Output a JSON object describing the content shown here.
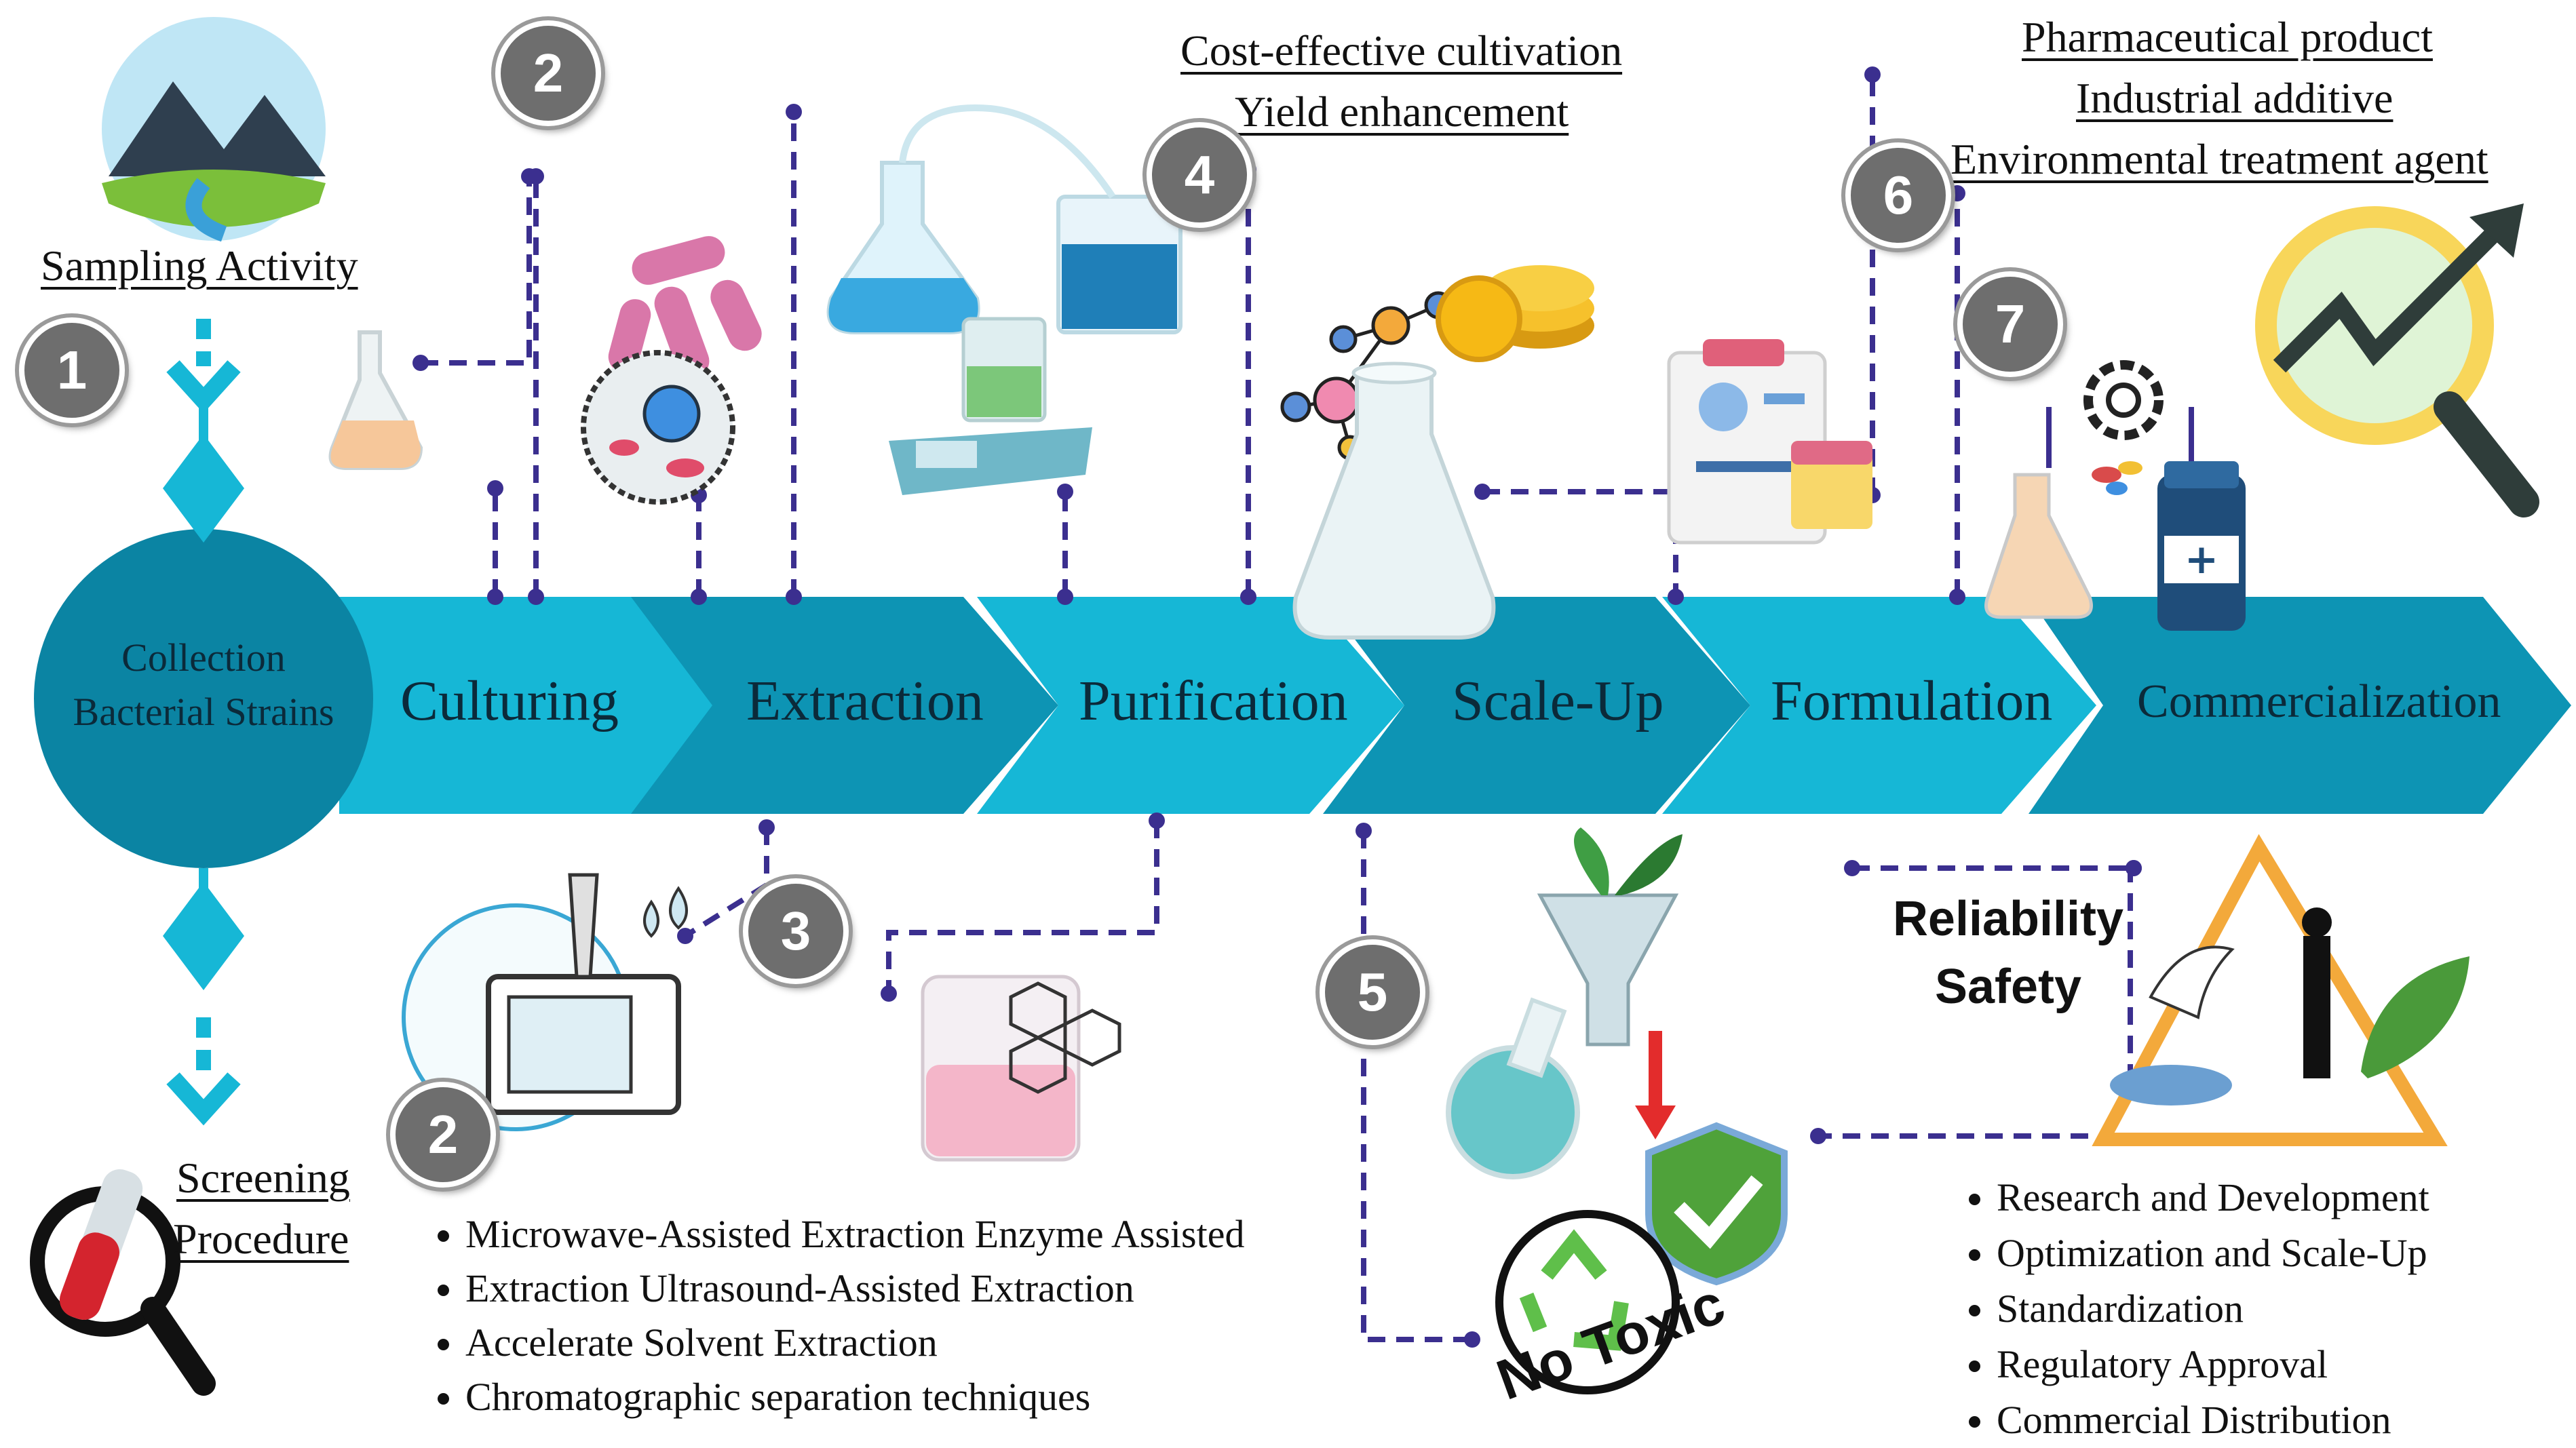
{
  "collection": {
    "line1": "Collection",
    "line2": "Bacterial Strains"
  },
  "stages": [
    "Culturing",
    "Extraction",
    "Purification",
    "Scale-Up",
    "Formulation",
    "Commercialization"
  ],
  "labels": {
    "sampling": "Sampling Activity",
    "screening_1": "Screening",
    "screening_2": "Procedure",
    "scaleup_1": "Cost-effective cultivation",
    "scaleup_2": "Yield enhancement",
    "commercial_1": "Pharmaceutical product",
    "commercial_2": "Industrial additive",
    "commercial_3": "Environmental treatment agent",
    "reliability": "Reliability",
    "safety": "Safety",
    "no_toxic": "No Toxic"
  },
  "badges": [
    "1",
    "2",
    "2",
    "3",
    "4",
    "5",
    "6",
    "7"
  ],
  "extraction_methods": [
    "Microwave-Assisted Extraction Enzyme Assisted",
    "Extraction Ultrasound-Assisted Extraction",
    "Accelerate Solvent Extraction",
    "Chromatographic separation techniques"
  ],
  "commercial_steps": [
    "Research and Development",
    "Optimization and Scale-Up",
    "Standardization",
    "Regulatory Approval",
    "Commercial  Distribution"
  ],
  "icons": [
    "landscape-icon",
    "flask-icon",
    "bacteria-icon",
    "cell-icon",
    "lab-glassware-icon",
    "balance-icon",
    "molecule-icon",
    "coins-icon",
    "erlenmeyer-flask-icon",
    "clipboard-icon",
    "gear-icon",
    "pills-icon",
    "medicine-bottle-icon",
    "magnifier-growth-icon",
    "blood-tube-magnifier-icon",
    "microwave-extraction-icon",
    "beaker-hexagon-icon",
    "funnel-plant-icon",
    "round-flask-icon",
    "shield-check-icon",
    "recycle-icon",
    "hazard-triangle-icon"
  ],
  "colors": {
    "arrow_light": "#16b7d6",
    "arrow_dark": "#0d94b4",
    "circle": "#0b84a3",
    "connector": "#3b2f8f",
    "badge": "#6e6e6e"
  }
}
